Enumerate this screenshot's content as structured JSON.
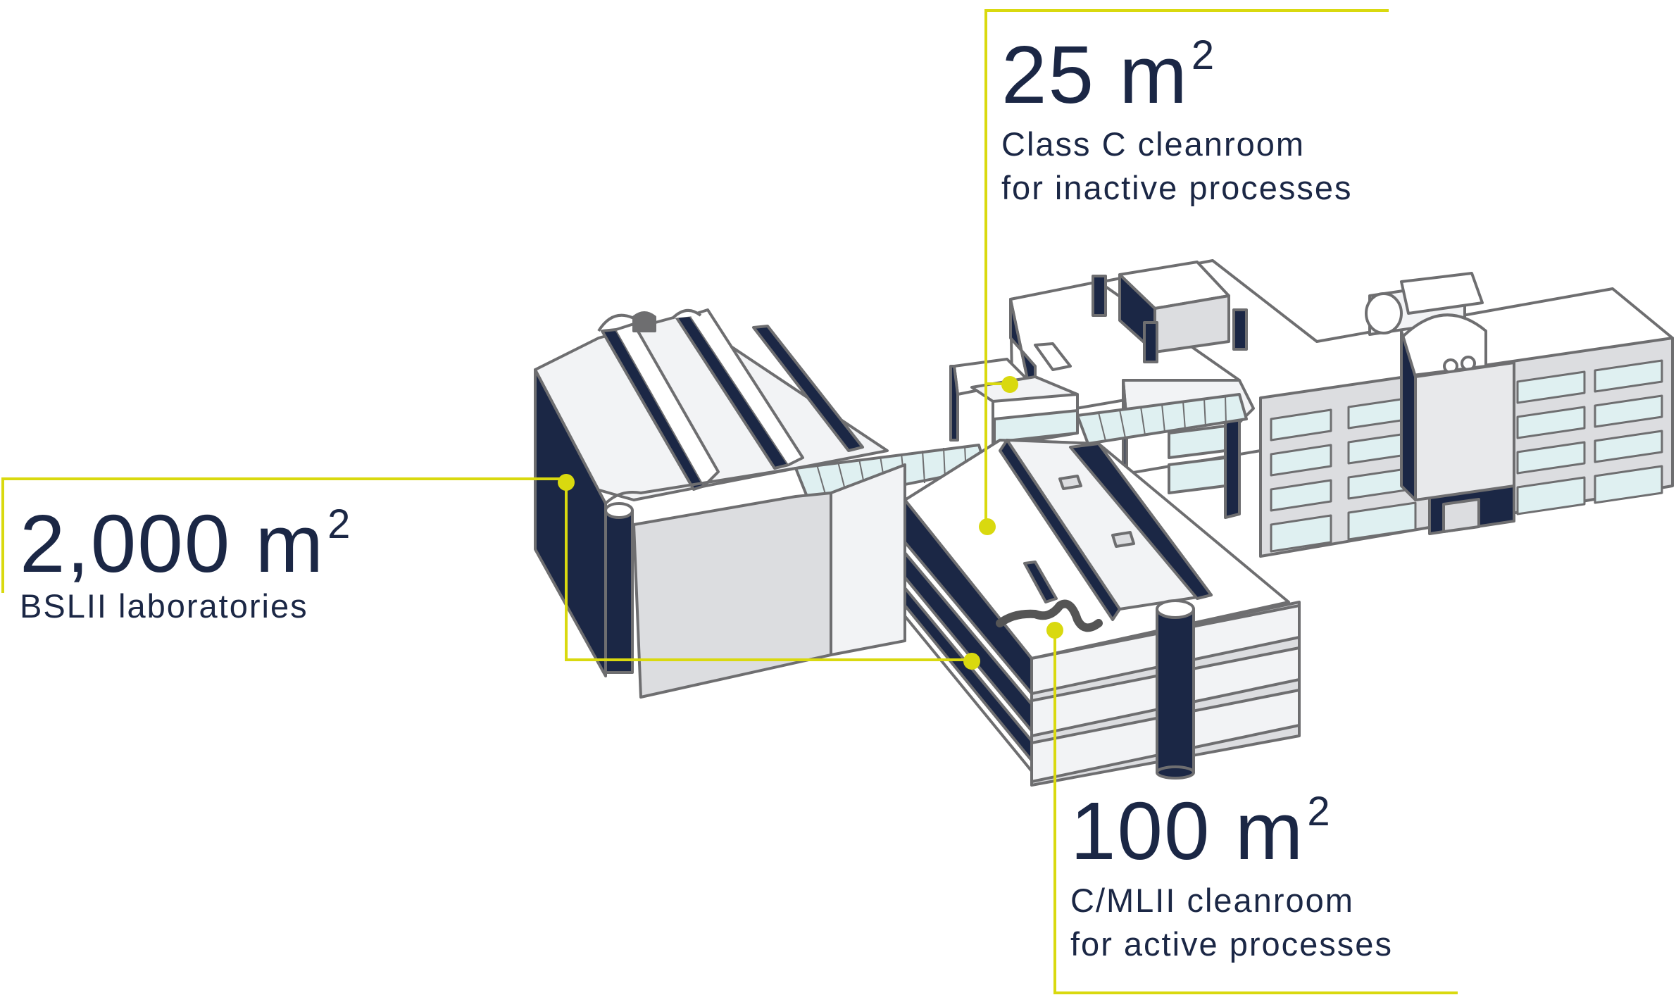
{
  "palette": {
    "navy": "#1b2745",
    "accent": "#d9d90f",
    "wall_light": "#f2f3f5",
    "wall_mid": "#dcdde0",
    "outline": "#6e6e70",
    "glass": "#dff0f1"
  },
  "callouts": [
    {
      "id": "cleanroom-class-c",
      "number": "25 m",
      "superscript": "2",
      "description_lines": [
        "Class C cleanroom",
        "for inactive processes"
      ]
    },
    {
      "id": "bsl-labs",
      "number": "2,000 m",
      "superscript": "2",
      "description_lines": [
        "BSLII laboratories"
      ]
    },
    {
      "id": "cleanroom-cmlii",
      "number": "100 m",
      "superscript": "2",
      "description_lines": [
        "C/MLII cleanroom",
        "for active processes"
      ]
    }
  ]
}
